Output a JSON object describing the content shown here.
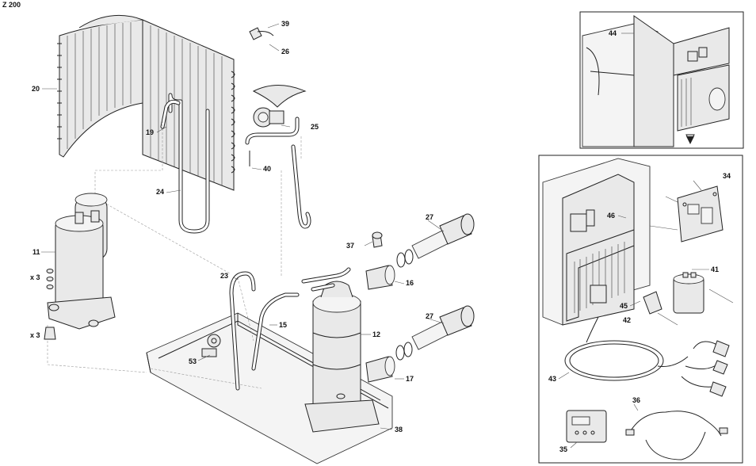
{
  "diagram": {
    "title": "Z 200",
    "labels": {
      "p20": "20",
      "p39": "39",
      "p26": "26",
      "p19": "19",
      "p25": "25",
      "p40": "40",
      "p24": "24",
      "p11": "11",
      "x3a": "x 3",
      "x3b": "x 3",
      "p23": "23",
      "p53": "53",
      "p15": "15",
      "p37": "37",
      "p27a": "27",
      "p16": "16",
      "p12": "12",
      "p27b": "27",
      "p17": "17",
      "p38": "38",
      "p44": "44",
      "p34": "34",
      "p46": "46",
      "p41": "41",
      "p45": "45",
      "p42": "42",
      "p43": "43",
      "p36": "36",
      "p35": "35"
    }
  }
}
